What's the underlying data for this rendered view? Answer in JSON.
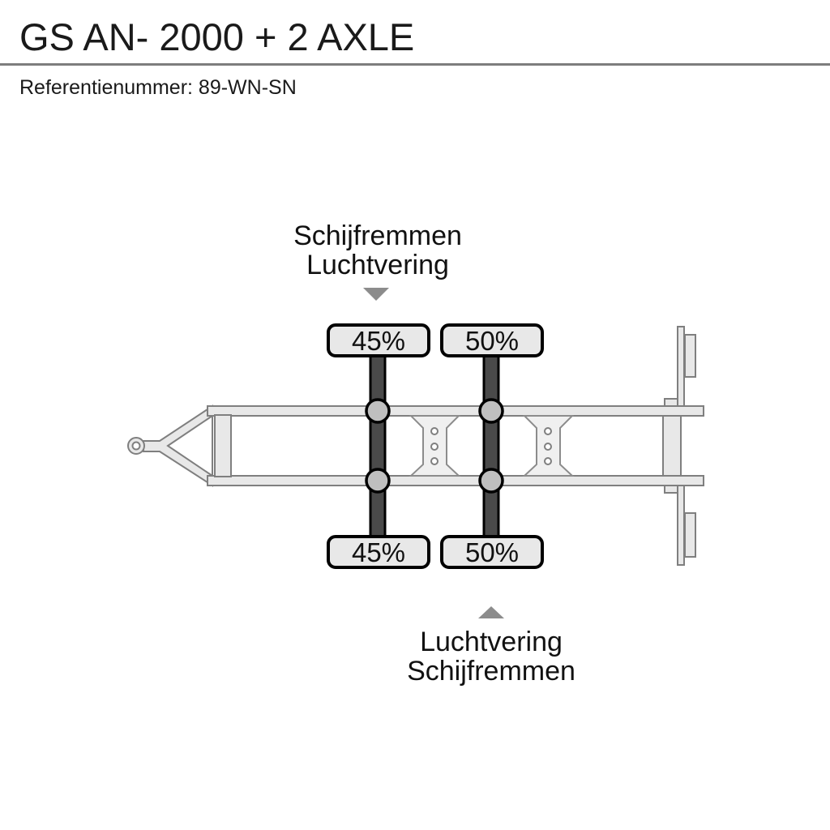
{
  "header": {
    "title": "GS AN- 2000 + 2 AXLE",
    "reference": "Referentienummer: 89-WN-SN"
  },
  "annotations": {
    "top": {
      "line1": "Schijfremmen",
      "line2": "Luchtvering"
    },
    "bottom": {
      "line1": "Luchtvering",
      "line2": "Schijfremmen"
    }
  },
  "wheel_loads": {
    "axle1_top": "45%",
    "axle2_top": "50%",
    "axle1_bottom": "45%",
    "axle2_bottom": "50%"
  },
  "diagram": {
    "type": "trailer-chassis-top-view",
    "axle_count": 2
  },
  "colors": {
    "background": "#ffffff",
    "chassis_fill": "#e8e8e8",
    "chassis_stroke": "#7f7f7f",
    "axle_fill": "#4a4a4a",
    "axle_stroke": "#000000",
    "hub_fill": "#bfbfbf",
    "wheelbox_fill": "#e8e8e8",
    "wheelbox_stroke": "#000000",
    "marker_fill": "#8c8c8c",
    "divider": "#7d7d7d",
    "text": "#1a1a1a"
  }
}
